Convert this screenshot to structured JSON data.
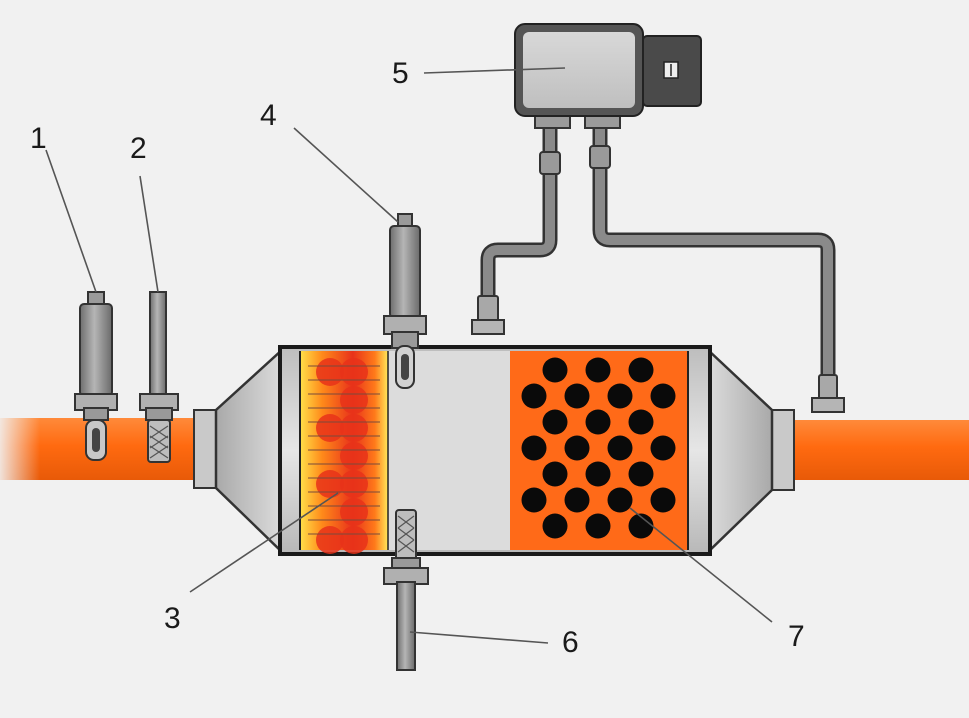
{
  "diagram": {
    "labels": [
      {
        "id": "1",
        "text": "1"
      },
      {
        "id": "2",
        "text": "2"
      },
      {
        "id": "3",
        "text": "3"
      },
      {
        "id": "4",
        "text": "4"
      },
      {
        "id": "5",
        "text": "5"
      },
      {
        "id": "6",
        "text": "6"
      },
      {
        "id": "7",
        "text": "7"
      }
    ],
    "colors": {
      "exhaust_pipe": "#ff6a10",
      "catalyst_hot": "#e8321a",
      "catalyst_glow": "#ffd21a",
      "filter_body": "#ff6a18",
      "filter_channels": "#0a0a0a",
      "housing": "#cfcfcf",
      "sensor": "#8d8d8d",
      "hose": "#8a8a8a",
      "background": "#f1f1f1"
    }
  }
}
